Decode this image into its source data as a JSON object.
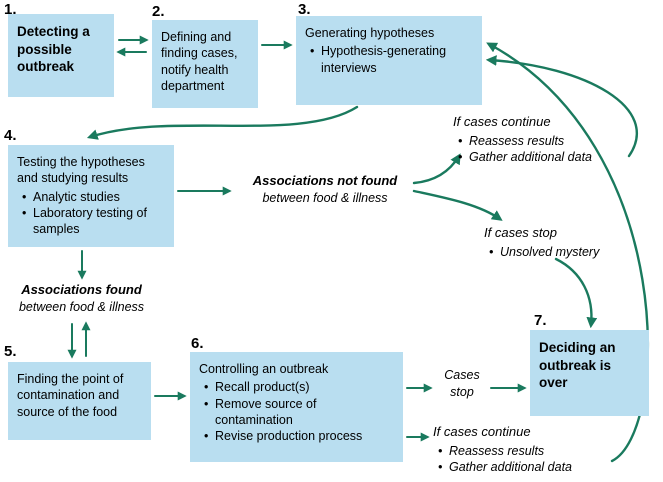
{
  "colors": {
    "box_bg": "#b9def0",
    "arrow": "#1a7a5e",
    "text": "#000000"
  },
  "boxes": {
    "b1": {
      "number": "1.",
      "title": "Detecting a possible outbreak"
    },
    "b2": {
      "number": "2.",
      "title": "Defining and finding cases, notify health department"
    },
    "b3": {
      "number": "3.",
      "title": "Generating hypotheses",
      "bullets": [
        "Hypothesis-generating interviews"
      ]
    },
    "b4": {
      "number": "4.",
      "title": "Testing the hypotheses and studying results",
      "bullets": [
        "Analytic studies",
        "Laboratory testing of samples"
      ]
    },
    "b5": {
      "number": "5.",
      "title": "Finding the point of contamination and source of the food"
    },
    "b6": {
      "number": "6.",
      "title": "Controlling an outbreak",
      "bullets": [
        "Recall product(s)",
        "Remove source of contamination",
        "Revise production process"
      ]
    },
    "b7": {
      "number": "7.",
      "title": "Deciding an outbreak is over"
    }
  },
  "labels": {
    "assoc_not_found": {
      "title": "Associations not found",
      "subtitle": "between food & illness"
    },
    "assoc_found": {
      "title": "Associations found",
      "subtitle": "between food & illness"
    },
    "if_cases_continue_top": {
      "title": "If cases continue",
      "bullets": [
        "Reassess results",
        "Gather additional data"
      ]
    },
    "if_cases_stop": {
      "title": "If cases stop",
      "bullets": [
        "Unsolved mystery"
      ]
    },
    "cases_stop": "Cases\nstop",
    "if_cases_continue_bottom": {
      "title": "If cases continue",
      "bullets": [
        "Reassess results",
        "Gather additional data"
      ]
    }
  }
}
